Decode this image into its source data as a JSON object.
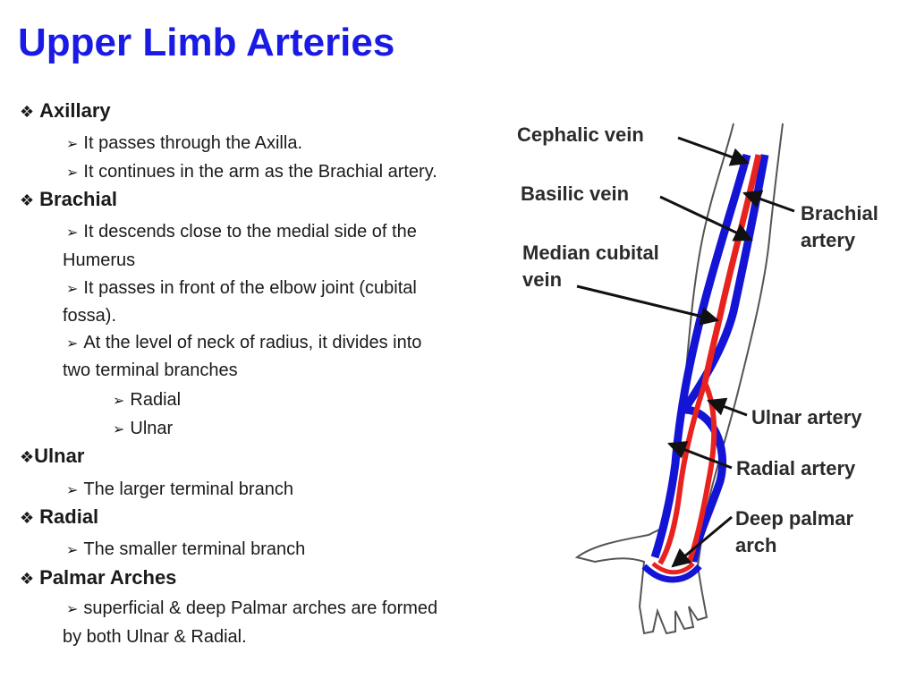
{
  "title": "Upper Limb Arteries",
  "icons": {
    "diamond_bullet": "diamond-bullet-icon",
    "arrow_bullet": "arrow-bullet-icon"
  },
  "bullets": {
    "diamond": "❖",
    "arrow": "➢"
  },
  "sections": {
    "axillary": {
      "heading": "Axillary",
      "items": [
        "It passes through the Axilla.",
        "It continues in the arm as the Brachial artery."
      ]
    },
    "brachial": {
      "heading": "Brachial",
      "items": [
        "It descends close to the medial side of the",
        "Humerus",
        "It passes in front of the elbow joint (cubital",
        "fossa).",
        "At the level of neck of radius, it divides into",
        "two terminal branches"
      ],
      "sub_items": [
        "Radial",
        "Ulnar"
      ]
    },
    "ulnar": {
      "heading": "Ulnar",
      "items": [
        "The larger terminal branch"
      ]
    },
    "radial": {
      "heading": "Radial",
      "items": [
        "The smaller terminal branch"
      ]
    },
    "palmar": {
      "heading": "Palmar Arches",
      "items": [
        "superficial & deep Palmar arches are formed",
        "by both Ulnar & Radial."
      ]
    }
  },
  "diagram": {
    "labels": {
      "cephalic_vein": "Cephalic vein",
      "basilic_vein": "Basilic vein",
      "median_cubital_1": "Median cubital",
      "median_cubital_2": "vein",
      "brachial_1": "Brachial",
      "brachial_2": "artery",
      "ulnar_artery": "Ulnar artery",
      "radial_artery": "Radial artery",
      "deep_palmar_1": "Deep palmar",
      "deep_palmar_2": "arch"
    },
    "colors": {
      "artery": "#e8231f",
      "vein": "#1414d6",
      "outline": "#555555"
    }
  }
}
